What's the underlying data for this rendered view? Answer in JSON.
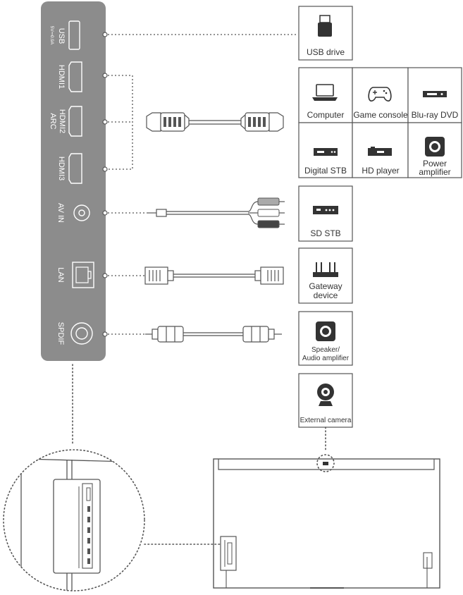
{
  "panel": {
    "ports": [
      {
        "name": "USB",
        "sub": "5V⎓0.9A"
      },
      {
        "name": "HDMI1"
      },
      {
        "name": "HDMI2",
        "sub": "ARC"
      },
      {
        "name": "HDMI3"
      },
      {
        "name": "AV IN"
      },
      {
        "name": "LAN"
      },
      {
        "name": "SPDIF"
      }
    ]
  },
  "devices": {
    "usb_drive": "USB drive",
    "computer": "Computer",
    "game_console": "Game console",
    "bluray": "Blu-ray DVD",
    "digital_stb": "Digital STB",
    "hd_player": "HD player",
    "power_amp_1": "Power",
    "power_amp_2": "amplifier",
    "sd_stb": "SD STB",
    "gateway_1": "Gateway",
    "gateway_2": "device",
    "speaker_1": "Speaker/",
    "speaker_2": "Audio amplifier",
    "camera": "External camera"
  },
  "icons": {
    "usb_drive": "usb-stick-icon",
    "computer": "laptop-icon",
    "game_console": "gamepad-icon",
    "bluray": "disc-player-icon",
    "digital_stb": "set-top-box-icon",
    "hd_player": "media-player-icon",
    "power_amp": "amplifier-icon",
    "sd_stb": "set-top-box-icon",
    "gateway": "router-icon",
    "speaker": "speaker-icon",
    "camera": "webcam-icon"
  },
  "colors": {
    "panel": "#8c8c8c",
    "line": "#555555"
  }
}
